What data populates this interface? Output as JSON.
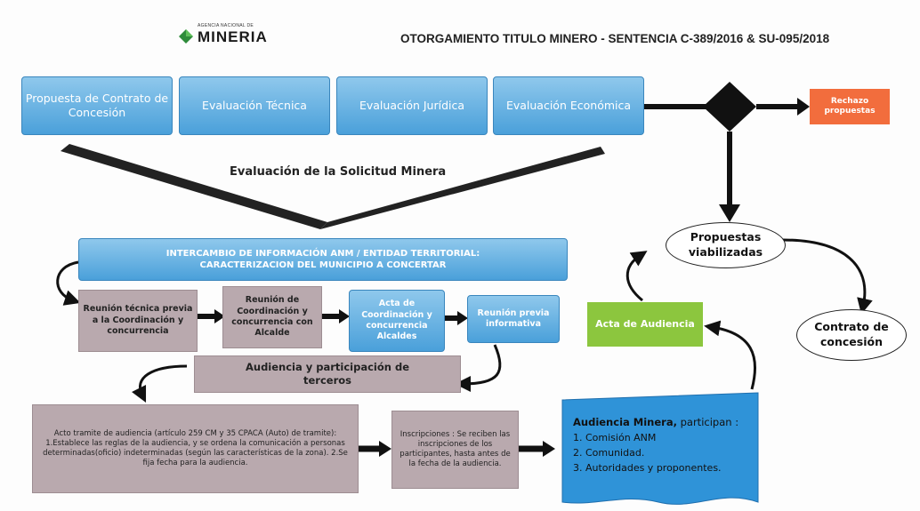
{
  "logo": {
    "agency": "AGENCIA NACIONAL DE",
    "name": "MINERIA"
  },
  "title": "OTORGAMIENTO TITULO MINERO  - SENTENCIA C-389/2016 & SU-095/2018",
  "top_steps": [
    "Propuesta de Contrato de Concesión",
    "Evaluación Técnica",
    "Evaluación Jurídica",
    "Evaluación Económica"
  ],
  "rejection": "Rechazo propuestas",
  "evaluation_label": "Evaluación de la Solicitud Minera",
  "exchange": "INTERCAMBIO DE INFORMACIÓN ANM / ENTIDAD TERRITORIAL: CARACTERIZACION DEL MUNICIPIO A CONCERTAR",
  "meetings": [
    "Reunión técnica previa a la Coordinación y concurrencia",
    "Reunión de Coordinación y concurrencia con Alcalde",
    "Acta de Coordinación y concurrencia Alcaldes",
    "Reunión previa informativa"
  ],
  "acta_audiencia": "Acta de Audiencia",
  "audiencia_participacion": "Audiencia y participación de terceros",
  "acto_tramite": "Acto tramite de audiencia (artículo 259 CM y 35 CPACA (Auto) de tramite): 1.Establece las reglas de la audiencia, y se ordena la comunicación a personas determinadas(oficio) indeterminadas (según las características de la zona). 2.Se fija fecha para la audiencia.",
  "inscripciones": "Inscripciones : Se reciben las inscripciones de los participantes, hasta antes de la fecha de la audiencia.",
  "audiencia_minera": {
    "title": "Audiencia Minera,",
    "suffix": " participan :",
    "items": [
      "1.  Comisión ANM",
      "2.  Comunidad.",
      "3.  Autoridades y proponentes."
    ]
  },
  "propuestas": "Propuestas viabilizadas",
  "contrato": "Contrato de concesión",
  "colors": {
    "blue": "#4aa0da",
    "gray": "#b9a9ae",
    "green": "#8cc63e",
    "orange": "#f26d3d"
  }
}
